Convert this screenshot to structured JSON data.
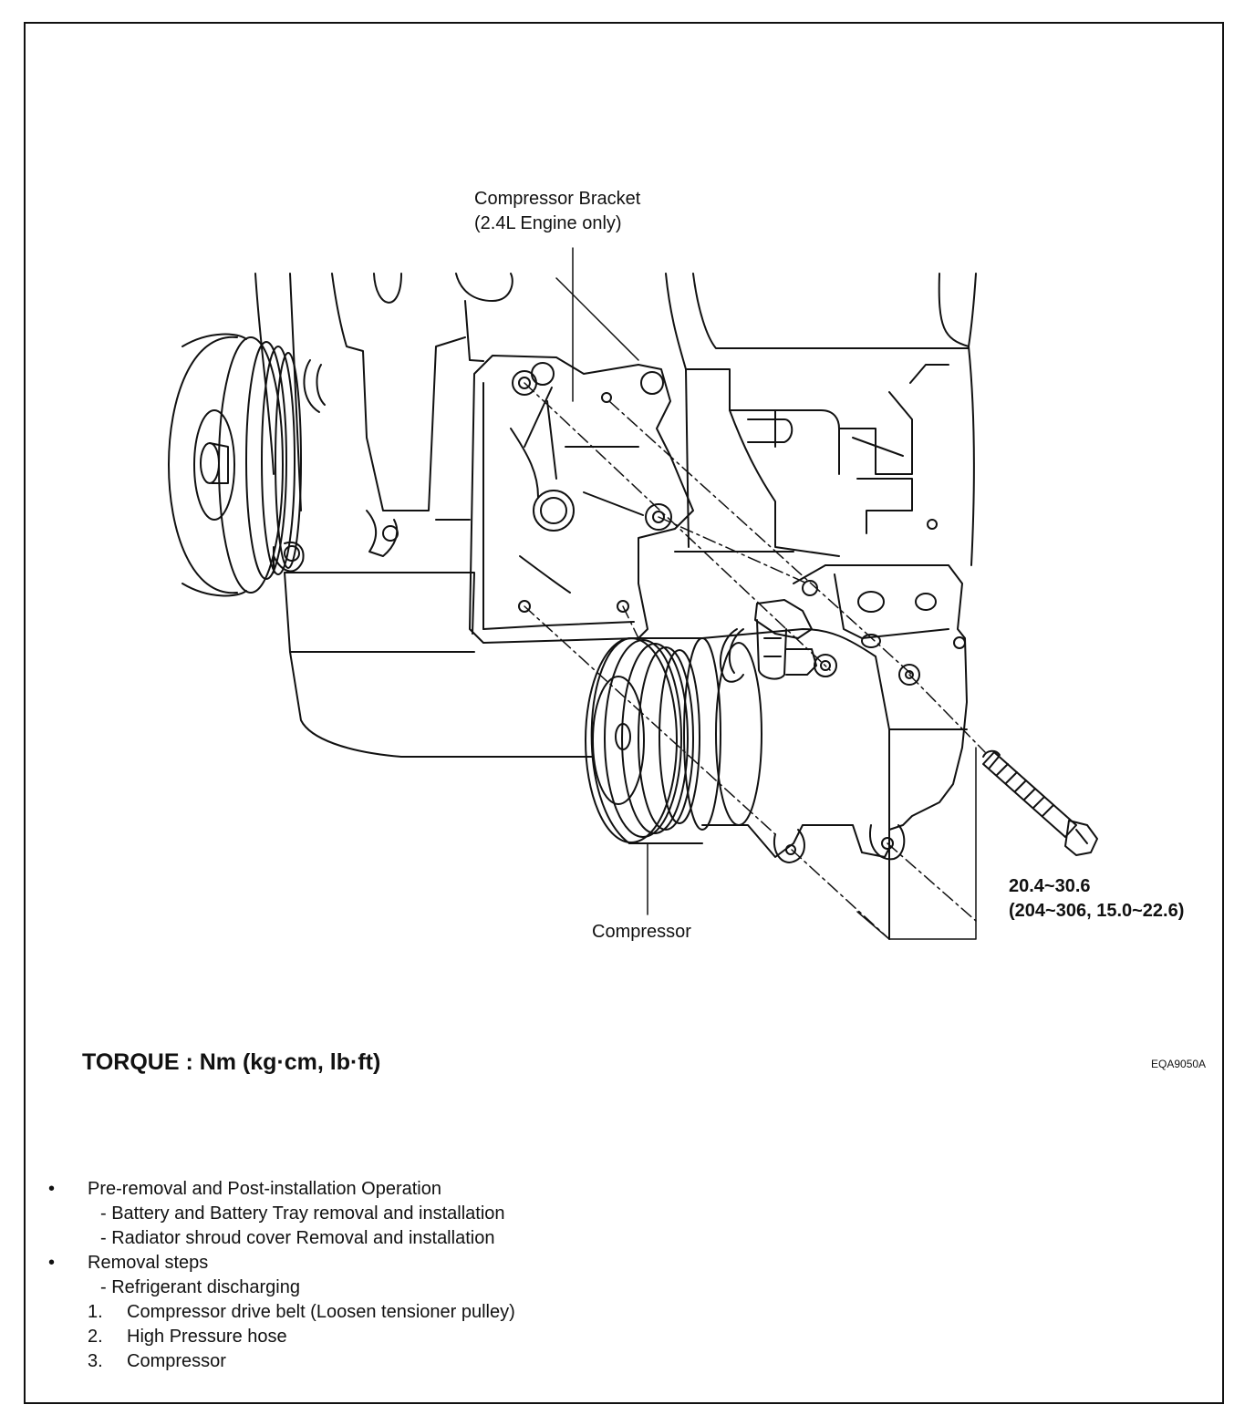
{
  "callouts": {
    "bracket_line1": "Compressor Bracket",
    "bracket_line2": "(2.4L Engine only)",
    "compressor": "Compressor"
  },
  "torque": {
    "value_nm": "20.4~30.6",
    "value_alt": "(204~306, 15.0~22.6)",
    "heading": "TORQUE : Nm (kg·cm, lb·ft)"
  },
  "figure_id": "EQA9050A",
  "procedure": {
    "sections": [
      {
        "bullet": "•",
        "title": "Pre-removal and Post-installation Operation",
        "subitems": [
          "- Battery and Battery Tray removal and installation",
          "- Radiator shroud cover Removal and installation"
        ]
      },
      {
        "bullet": "•",
        "title": "Removal steps",
        "subitems": [
          "- Refrigerant discharging"
        ],
        "steps": [
          {
            "num": "1.",
            "text": "Compressor drive belt (Loosen tensioner pulley)"
          },
          {
            "num": "2.",
            "text": "High Pressure hose"
          },
          {
            "num": "3.",
            "text": "Compressor"
          }
        ]
      }
    ]
  }
}
